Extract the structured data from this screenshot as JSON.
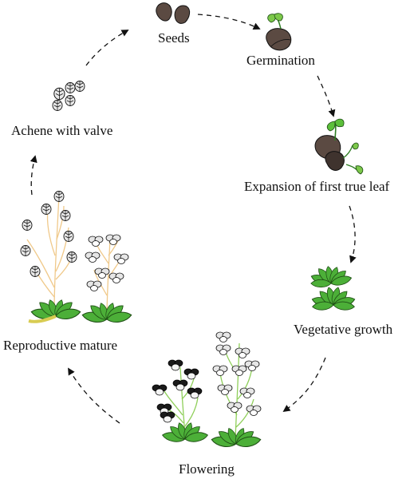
{
  "stages": [
    {
      "id": "seeds",
      "label": "Seeds",
      "icon": "seeds-icon"
    },
    {
      "id": "germination",
      "label": "Germination",
      "icon": "germinating-seed-icon"
    },
    {
      "id": "first-true-leaf",
      "label": "Expansion of first true leaf",
      "icon": "seedling-icon"
    },
    {
      "id": "vegetative",
      "label": "Vegetative growth",
      "icon": "rosette-icon"
    },
    {
      "id": "flowering",
      "label": "Flowering",
      "icon": "flowering-plant-icon"
    },
    {
      "id": "reproductive",
      "label": "Reproductive mature",
      "icon": "fruiting-plant-icon"
    },
    {
      "id": "achene",
      "label": "Achene with valve",
      "icon": "achene-icon"
    }
  ],
  "colors": {
    "seed": "#5b4a42",
    "leaf": "#4caf38",
    "leaf_dark": "#2e7d22",
    "stem": "#f0c98a",
    "flower_dark": "#1a1a1a",
    "flower_light": "#e8e8e8",
    "arrow": "#111111"
  }
}
